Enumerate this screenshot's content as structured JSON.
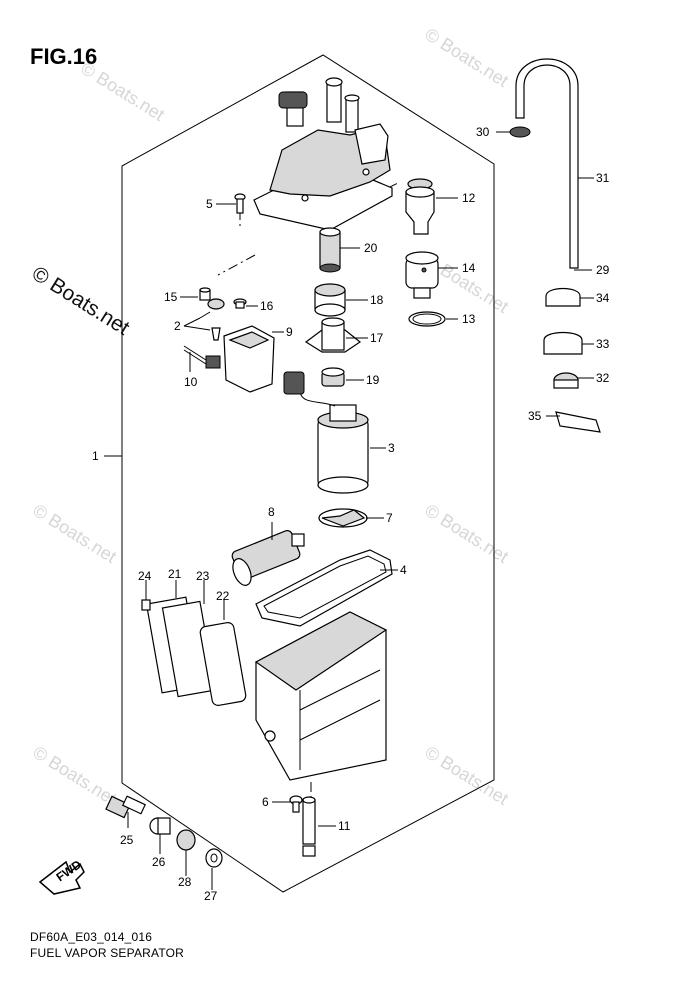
{
  "figure": {
    "title": "FIG.16",
    "code": "DF60A_E03_014_016",
    "name": "FUEL VAPOR SEPARATOR",
    "watermark": "© Boats.net",
    "fwd_label": "FWD"
  },
  "callouts": [
    {
      "id": "1",
      "label": "1"
    },
    {
      "id": "2",
      "label": "2"
    },
    {
      "id": "3",
      "label": "3"
    },
    {
      "id": "4",
      "label": "4"
    },
    {
      "id": "5",
      "label": "5"
    },
    {
      "id": "6",
      "label": "6"
    },
    {
      "id": "7",
      "label": "7"
    },
    {
      "id": "8",
      "label": "8"
    },
    {
      "id": "9",
      "label": "9"
    },
    {
      "id": "10",
      "label": "10"
    },
    {
      "id": "11",
      "label": "11"
    },
    {
      "id": "12",
      "label": "12"
    },
    {
      "id": "13",
      "label": "13"
    },
    {
      "id": "14",
      "label": "14"
    },
    {
      "id": "15",
      "label": "15"
    },
    {
      "id": "16",
      "label": "16"
    },
    {
      "id": "17",
      "label": "17"
    },
    {
      "id": "18",
      "label": "18"
    },
    {
      "id": "19",
      "label": "19"
    },
    {
      "id": "20",
      "label": "20"
    },
    {
      "id": "21",
      "label": "21"
    },
    {
      "id": "22",
      "label": "22"
    },
    {
      "id": "23",
      "label": "23"
    },
    {
      "id": "24",
      "label": "24"
    },
    {
      "id": "25",
      "label": "25"
    },
    {
      "id": "26",
      "label": "26"
    },
    {
      "id": "27",
      "label": "27"
    },
    {
      "id": "28",
      "label": "28"
    },
    {
      "id": "29",
      "label": "29"
    },
    {
      "id": "30",
      "label": "30"
    },
    {
      "id": "31",
      "label": "31"
    },
    {
      "id": "32",
      "label": "32"
    },
    {
      "id": "33",
      "label": "33"
    },
    {
      "id": "34",
      "label": "34"
    },
    {
      "id": "35",
      "label": "35"
    }
  ]
}
